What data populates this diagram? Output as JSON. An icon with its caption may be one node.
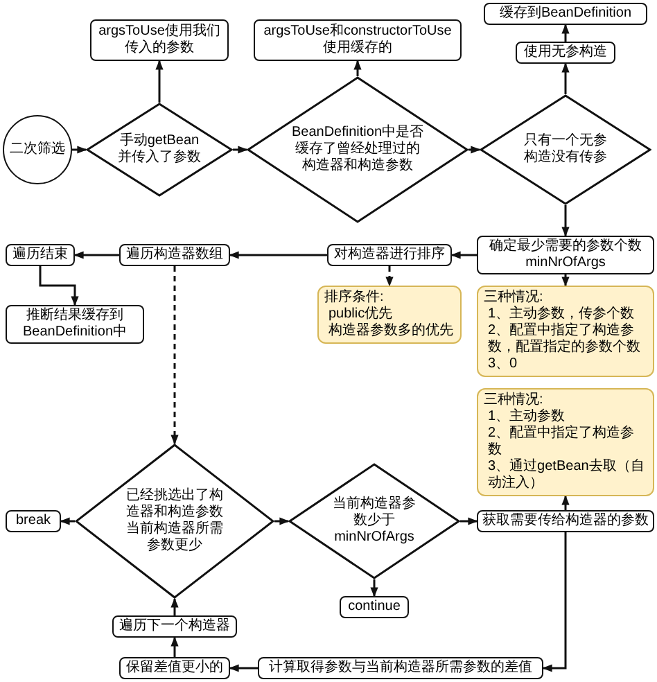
{
  "diagram": {
    "nodes": [
      {
        "text": [
          "二次筛选"
        ]
      },
      {
        "text": [
          "手动getBean并传入了参数"
        ]
      },
      {
        "text": [
          "argsToUse使用我们传入的参数"
        ]
      },
      {
        "text": [
          "BeanDefinition中是否缓存了曾经处理过的构造器和构造参数"
        ]
      },
      {
        "text": [
          "argsToUse和constructorToUse使用缓存的"
        ]
      },
      {
        "text": [
          "只有一个无参构造没有传参"
        ]
      },
      {
        "text": [
          "使用无参构造"
        ]
      },
      {
        "text": [
          "缓存到BeanDefinition"
        ]
      },
      {
        "text": [
          "确定最少需要的参数个数minNrOfArgs"
        ]
      },
      {
        "text": [
          "对构造器进行排序"
        ]
      },
      {
        "text": [
          "遍历构造器数组"
        ]
      },
      {
        "text": [
          "遍历结束"
        ]
      },
      {
        "text": [
          "推断结果缓存到BeanDefinition中"
        ]
      },
      {
        "text": [
          "排序条件:",
          "public优先",
          "构造器参数多的优先"
        ]
      },
      {
        "text": [
          "三种情况:",
          "1、主动参数，传参个数",
          "2、配置中指定了构造参数，配置指定的参数个数",
          "3、0"
        ]
      },
      {
        "text": [
          "三种情况:",
          "1、主动参数",
          "2、配置中指定了构造参数",
          "3、通过getBean去取（自动注入）"
        ]
      },
      {
        "text": [
          "已经挑选出了构造器和构造参数当前构造器所需参数更少"
        ]
      },
      {
        "text": [
          "break"
        ]
      },
      {
        "text": [
          "当前构造器参数少于minNrOfArgs"
        ]
      },
      {
        "text": [
          "获取需要传给构造器的参数"
        ]
      },
      {
        "text": [
          "continue"
        ]
      },
      {
        "text": [
          "遍历下一个构造器"
        ]
      },
      {
        "text": [
          "保留差值更小的"
        ]
      },
      {
        "text": [
          "计算取得参数与当前构造器所需参数的差值"
        ]
      }
    ],
    "edges": [
      {
        "from": 0,
        "to": 1,
        "arrow": "to"
      },
      {
        "from": 1,
        "to": 2,
        "arrow": "to"
      },
      {
        "from": 1,
        "to": 3,
        "arrow": "to"
      },
      {
        "from": 3,
        "to": 4,
        "arrow": "to"
      },
      {
        "from": 3,
        "to": 5,
        "arrow": "to"
      },
      {
        "from": 5,
        "to": 6,
        "arrow": "to"
      },
      {
        "from": 6,
        "to": 7,
        "arrow": "to"
      },
      {
        "from": 5,
        "to": 8,
        "arrow": "to"
      },
      {
        "from": 8,
        "to": 9,
        "arrow": "to"
      },
      {
        "from": 9,
        "to": 10,
        "arrow": "to"
      },
      {
        "from": 10,
        "to": 11,
        "arrow": "to"
      },
      {
        "from": 11,
        "to": 12,
        "arrow": "to"
      },
      {
        "from": 10,
        "to": 16,
        "arrow": "to",
        "style": "dashed"
      },
      {
        "from": 9,
        "to": 13,
        "arrow": "to",
        "style": "dashed"
      },
      {
        "from": 8,
        "to": 14,
        "arrow": "to",
        "style": "dashed"
      },
      {
        "from": 19,
        "to": 15,
        "arrow": "to",
        "style": "dashed"
      },
      {
        "from": 16,
        "to": 17,
        "arrow": "to"
      },
      {
        "from": 16,
        "to": 18,
        "arrow": "to"
      },
      {
        "from": 18,
        "to": 19,
        "arrow": "to"
      },
      {
        "from": 18,
        "to": 20,
        "arrow": "to"
      },
      {
        "from": 19,
        "to": 23,
        "arrow": "to"
      },
      {
        "from": 23,
        "to": 22,
        "arrow": "to"
      },
      {
        "from": 22,
        "to": 21,
        "arrow": "to"
      },
      {
        "from": 21,
        "to": 16,
        "arrow": "to"
      }
    ]
  }
}
